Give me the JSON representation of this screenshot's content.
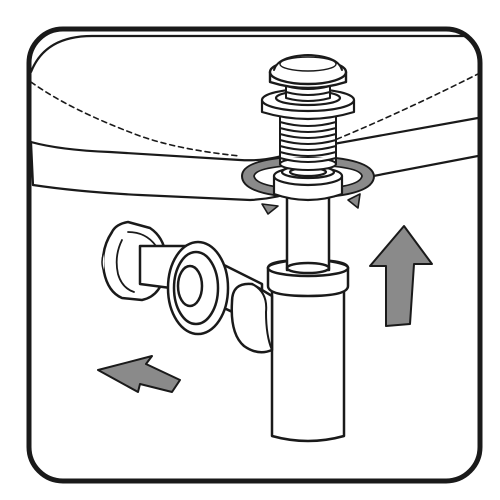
{
  "illustration": {
    "subject": "sink-drain-and-bottle-trap-installation",
    "colors": {
      "line": "#1a1a1a",
      "fill": "#ffffff",
      "arrow": "#8a8a8a"
    },
    "arrows": [
      {
        "name": "arrow-up",
        "meaning": "push-trap-up"
      },
      {
        "name": "arrow-toward-wall",
        "meaning": "connect-to-wall"
      },
      {
        "name": "rotate-arrow-ring",
        "meaning": "screw-nut"
      }
    ]
  }
}
